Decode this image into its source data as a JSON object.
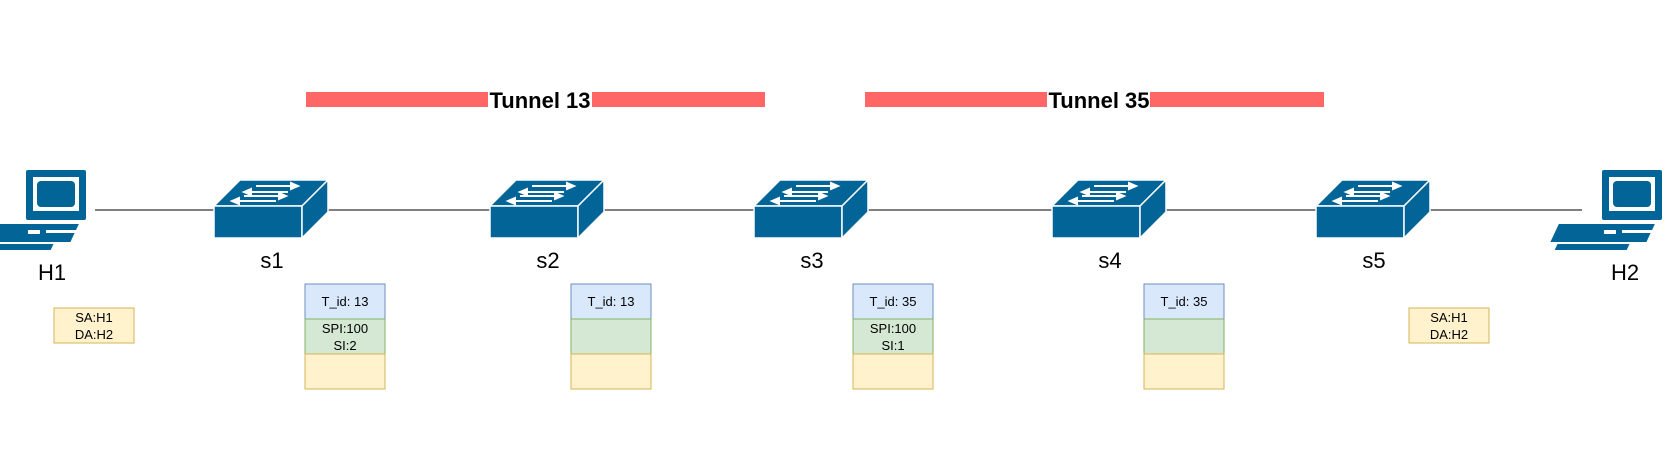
{
  "colors": {
    "tunnel_bar": "#ff6666",
    "device": "#036497",
    "header_blue": "#dae8fc",
    "header_blue_border": "#6c8ebf",
    "header_green": "#d5e8d4",
    "header_green_border": "#82b366",
    "header_yellow": "#fff2cc",
    "header_yellow_border": "#d6b656"
  },
  "tunnels": [
    {
      "label": "Tunnel 13"
    },
    {
      "label": "Tunnel 35"
    }
  ],
  "hosts": [
    {
      "label": "H1",
      "packet": {
        "line1": "SA:H1",
        "line2": "DA:H2"
      }
    },
    {
      "label": "H2",
      "packet": {
        "line1": "SA:H1",
        "line2": "DA:H2"
      }
    }
  ],
  "switches": [
    {
      "label": "s1",
      "t_id": "T_id: 13",
      "spi": "SPI:100",
      "si": "SI:2"
    },
    {
      "label": "s2",
      "t_id": "T_id: 13",
      "spi": "",
      "si": ""
    },
    {
      "label": "s3",
      "t_id": "",
      "spi": "",
      "si": ""
    },
    {
      "label": "s4",
      "t_id": "",
      "spi": "",
      "si": ""
    },
    {
      "label": "s5",
      "t_id": "",
      "spi": "",
      "si": ""
    }
  ],
  "stacks_between": [
    {
      "t_id": "T_id: 35",
      "spi": "SPI:100",
      "si": "SI:1"
    },
    {
      "t_id": "T_id: 35",
      "spi": "",
      "si": ""
    }
  ]
}
